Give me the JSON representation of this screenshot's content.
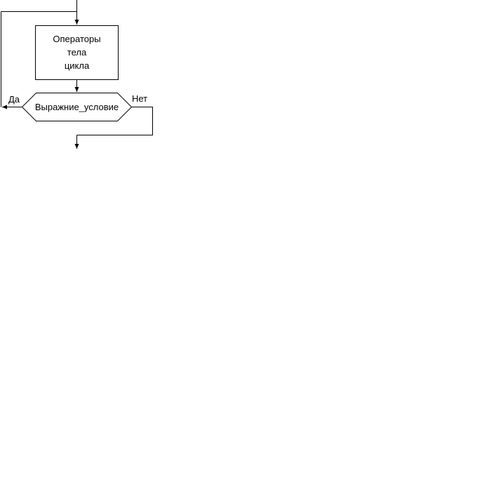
{
  "diagram": {
    "body_block": {
      "lines": [
        "Операторы",
        "тела",
        "цикла"
      ]
    },
    "condition_block": {
      "label": "Выражние_условие"
    },
    "branch_yes": "Да",
    "branch_no": "Нет"
  }
}
